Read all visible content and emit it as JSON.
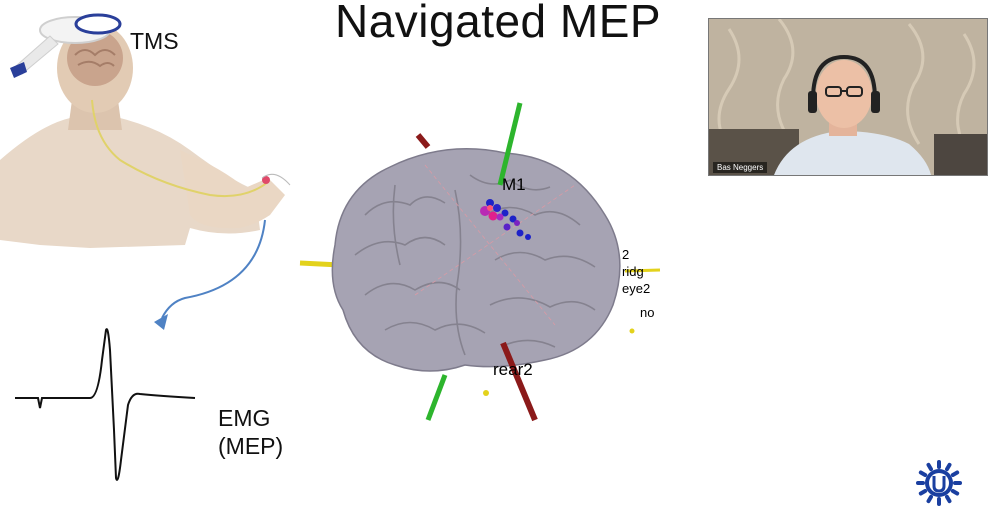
{
  "slide": {
    "title": "Navigated MEP",
    "tms_label": "TMS",
    "emg_label_line1": "EMG",
    "emg_label_line2": "(MEP)"
  },
  "brain_view": {
    "labels": {
      "m1": "M1",
      "rear2": "rear2",
      "right_fragment_1": "2",
      "right_fragment_2": "ridg",
      "right_fragment_3": "eye2",
      "right_fragment_4": "no"
    }
  },
  "video": {
    "participant_name": "Bas Neggers"
  },
  "colors": {
    "axis_green": "#2db52d",
    "axis_red": "#8b1a1a",
    "axis_yellow": "#e3d21c",
    "brain": "#a6a3b3",
    "hotspot_blue": "#1d22c8",
    "hotspot_magenta": "#e0208c",
    "logo_blue": "#1a3fa0",
    "arrow_blue": "#4f82c4",
    "nerve_yellow": "#e0d26a"
  },
  "icons": {
    "logo": "utrecht-university-sun-logo"
  }
}
